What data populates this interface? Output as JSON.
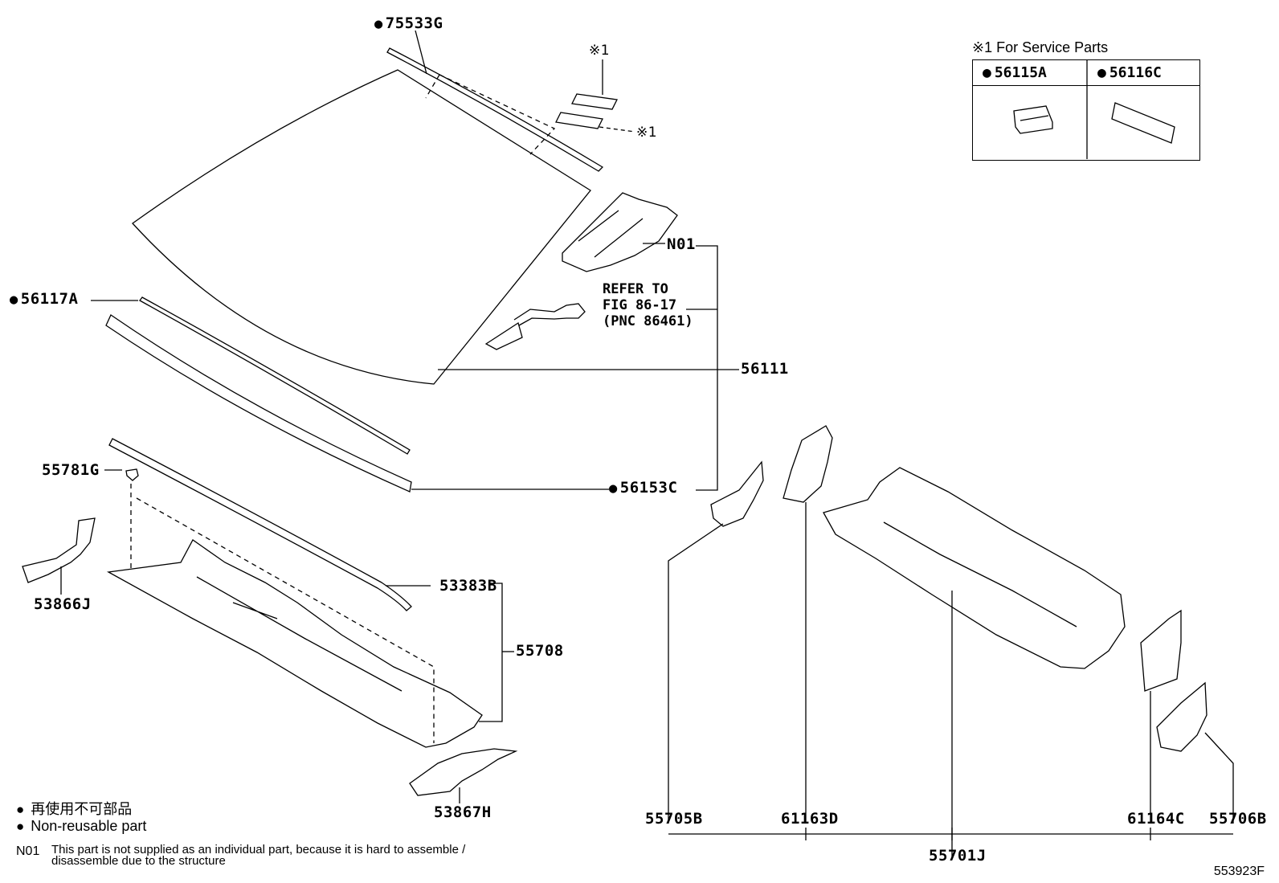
{
  "labels": {
    "p75533G": "75533G",
    "p56117A": "56117A",
    "pN01": "N01",
    "p56111": "56111",
    "p56153C": "56153C",
    "p55781G": "55781G",
    "p53383B": "53383B",
    "p53866J": "53866J",
    "p55708": "55708",
    "p53867H": "53867H",
    "p55705B": "55705B",
    "p61163D": "61163D",
    "p55701J": "55701J",
    "p61164C": "61164C",
    "p55706B": "55706B",
    "mark1_top": "※1",
    "mark1_side": "※1"
  },
  "refer": {
    "line1": "REFER TO",
    "line2": "FIG 86-17",
    "line3": "(PNC 86461)"
  },
  "service_parts": {
    "title": "※1 For Service Parts",
    "col1": "56115A",
    "col2": "56116C"
  },
  "legend": {
    "jp": "再使用不可部品",
    "en": "Non-reusable part"
  },
  "note": {
    "code": "N01",
    "text_line1": "This part is not supplied as an individual part, because it is hard to assemble /",
    "text_line2": "disassemble due to the structure"
  },
  "figure_number": "553923F"
}
